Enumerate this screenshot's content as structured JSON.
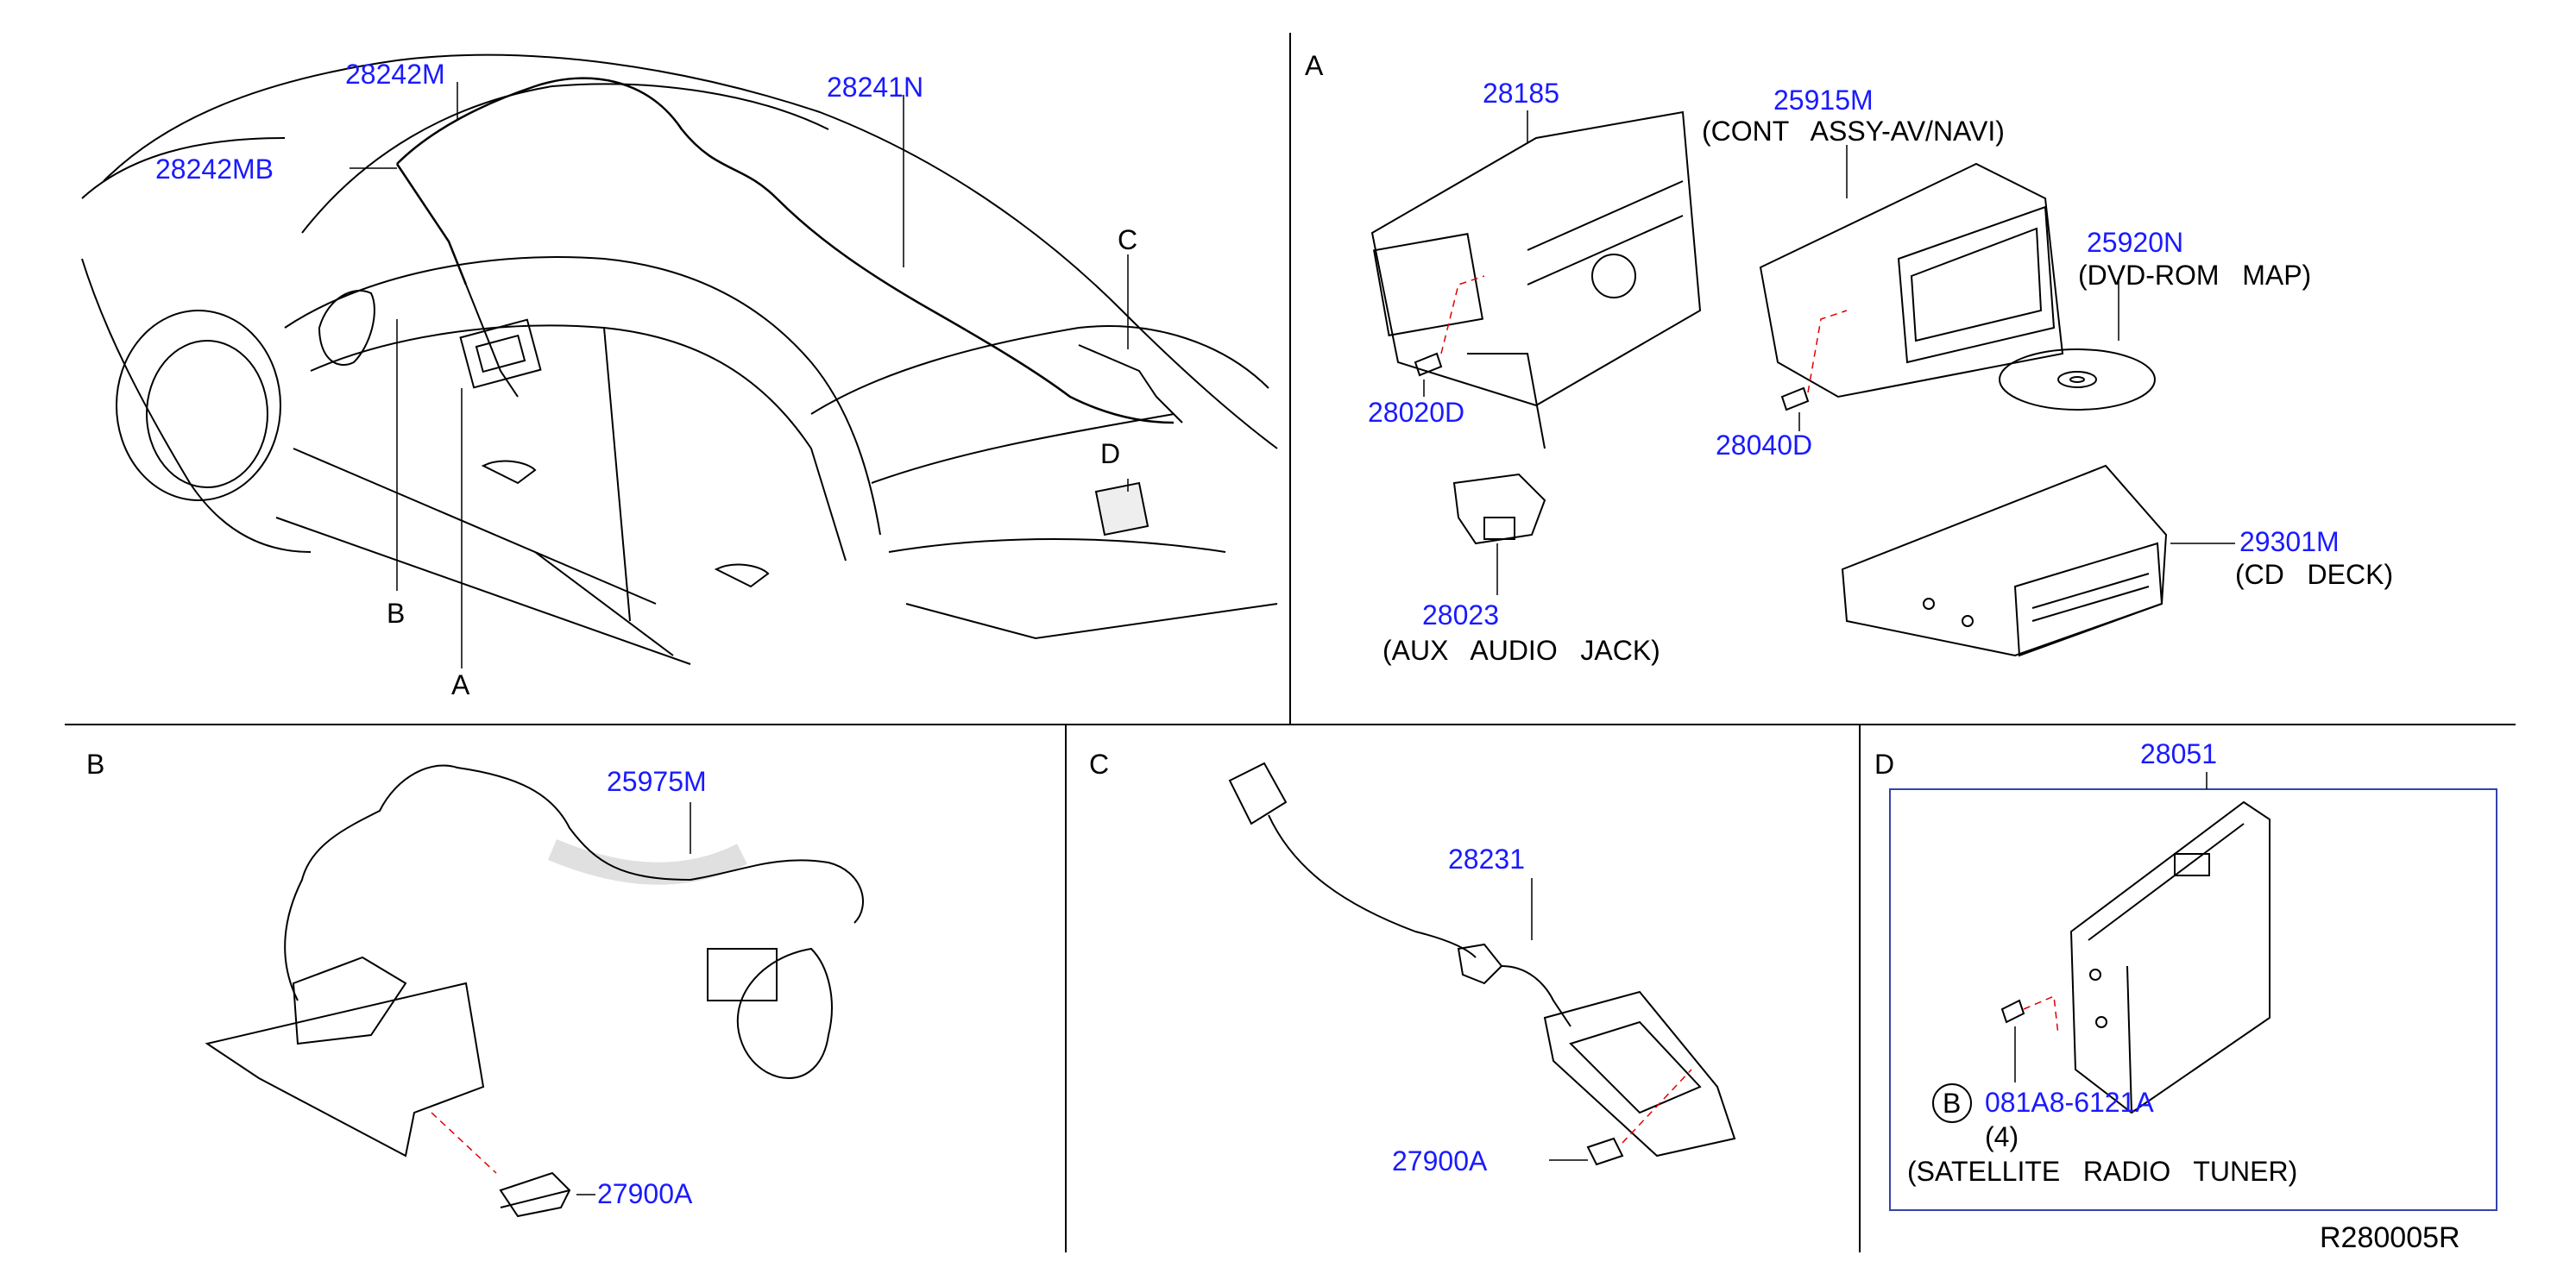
{
  "sections": {
    "a": "A",
    "b": "B",
    "c": "C",
    "d": "D"
  },
  "overview": {
    "parts": {
      "p28242M": "28242M",
      "p28242MB": "28242MB",
      "p28241N": "28241N"
    },
    "callouts": {
      "c": "C",
      "d": "D",
      "b": "B",
      "a": "A"
    }
  },
  "section_a": {
    "p28185": "28185",
    "p25915M": "25915M",
    "p25915M_desc": "(CONT   ASSY-AV/NAVI)",
    "p25920N": "25920N",
    "p25920N_desc": "(DVD-ROM   MAP)",
    "p28020D": "28020D",
    "p28040D": "28040D",
    "p29301M": "29301M",
    "p29301M_desc": "(CD   DECK)",
    "p28023": "28023",
    "p28023_desc": "(AUX   AUDIO   JACK)"
  },
  "section_b": {
    "p25975M": "25975M",
    "p27900A": "27900A"
  },
  "section_c": {
    "p28231": "28231",
    "p27900A": "27900A"
  },
  "section_d": {
    "p28051": "28051",
    "bolt_symbol": "B",
    "p081A8": "081A8-6121A",
    "qty": "(4)",
    "desc": "(SATELLITE   RADIO   TUNER)"
  },
  "footer": {
    "diagram_code": "R280005R"
  },
  "colors": {
    "part_number": "#1a1aff",
    "line": "#000000",
    "dashed_leader": "#e00000",
    "frame": "#3344aa"
  }
}
